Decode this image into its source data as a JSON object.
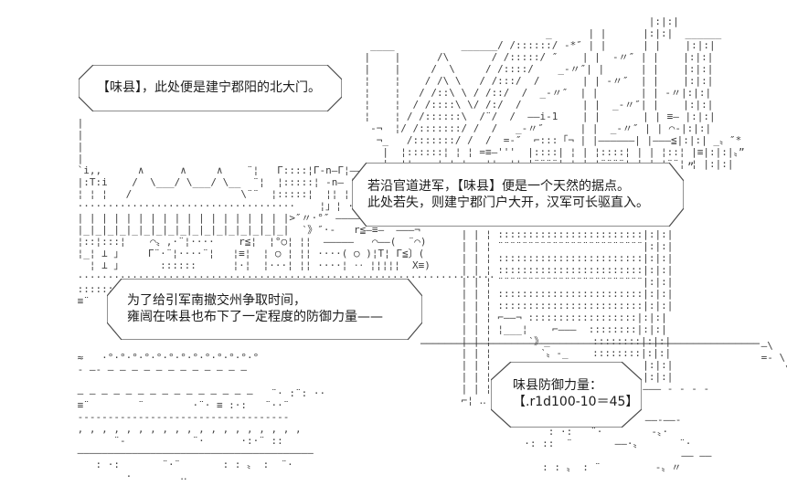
{
  "scene": {
    "description_label": "ascii-art-town-of-weixian",
    "colors": {
      "background": "#ffffff",
      "ascii_ink": "#3f3f3f",
      "bubble_border": "#4a4a4a",
      "bubble_fill": "#ffffff",
      "text": "#1c1c1c"
    }
  },
  "bubbles": [
    {
      "lines": [
        "【味县】，此处便是建宁郡阳的北大门。"
      ]
    },
    {
      "lines": [
        "若沿官道进军，【味县】便是一个天然的据点。",
        "此处若失，则建宁郡门户大开，汉军可长驱直入。"
      ]
    },
    {
      "lines": [
        "为了给引军南撤交州争取时间，",
        "雍闿在味县也布下了一定程度的防御力量——"
      ]
    },
    {
      "lines": [
        "味县防御力量：",
        "【.r1d100-10＝45】"
      ]
    }
  ],
  "dice_roll": {
    "expression": ".r1d100-10",
    "result": "45"
  },
  "quote_mark": "”",
  "ascii_art": {
    "top_right": [
      "",
      "                                                   |:|:|",
      "                                  _      | |      |:|:|  ______",
      "     ____           ______/ /::::::/ ‐*″ | |      | |    |:|:|",
      "    |    |      /\\       / /:::::/ ″    | |  ‐〃″ | |    |:|:|",
      "    |    |     /  \\     / /::::/    _‐〃″| |      | |    |:|:|",
      "    ¦    ¦    / /\\ \\   / /:::/  /       | | ‐〃″  | |    |:|:|",
      "    ¦    ¦   / /::\\ \\ / /::/  /  _‐〃″  | |       | | ‐〃|:|:|",
      "    ¦    ¦  / /::::\\ \\/ /:/  /          | |  _‐〃″| |    |:|:|",
      "    ¦    ¦ / /::::::\\  /¨/  /  ――i-1    | |       | | ≡― |:|:|",
      "     ‐¬  ¦/ /:::::::/ /  /   _‐〃″      | |  _‐〃″ | | ⌒‐|:|:|",
      "      ¬_   /:::::::/ /  /  =‐″  ⌐:::「¬ | |――――――| |―――≦|:|:| _〟″*",
      "       |  ¦::::::¦ ¦ ¦ =≡―'''  |::::| ¦ | ¦::::¦ | | ¦::¦ |≡|:|:|〟”",
      "       |_ ¦¦   ⌐¦ ¦ ¦   ¦¦  ¦¦ |¨¨¨¨| ¦ | ¦¨¨¨¨¦ | | ¦¨¨¦ ¦ |:|:|"
    ],
    "left_wall": [
      " |",
      " |",
      " |",
      " |",
      " `i,,      ∧      ∧     ∧    ¨¦   Γ::::¦Γ‐n―Γ¦――   /",
      " |:T:i    /  \\___/ \\___/ \\__  ¨¦  ¦:::::¦ ‐n― ¦ ¦   /",
      " ¦ ¦ ¦   /                  \\¨¨  ¦:::::¦  ¦¦ ¦ ¦  /",
      " ····································    ¦」¦ ·····  ――――――",
      " | | | | | | | | | | | | | | | | | |>″〃·°″ ――――――――――――――",
      " |_|_|_|_|_|_|_|_|_|_|_|_|_|_|_|_|_|  ‵》″·‐   r≦―≡―  ―――¬",
      " ¦::¦:::¦    ⌒〟,·¨¦····    r≦¦  ¦°○¦ ¦¦  ―――――   ⌒――(  ¨⌒)",
      " ¦_¦ ⊥ 」    Γ¨·¨¦····¨¦   ¦≡¦  ¦ ○ ¦ ¦¦ ····( ○ )¦T¦ Γ≦〕(",
      "   ¦ ⊥ 」      ::::::      ¦·¦  ¦···¦ ¦¦ ····¦ ‥ ¦¦¦¦¦  X≡)",
      " ·····································································",
      " ::::::",
      " ≡¨"
    ],
    "right_wall": [
      " | | ¦ ::::::::::::::::::::::::|:|:|",
      " | | ¦ ¨¨¨¨¨¨¨¨¨¨¨¨¨¨¨¨¨¨¨¨¨¨¨¨|:|:|",
      " | | ¦ ::::::::::::::::::::::::|:|:|",
      " | | ¦ ::::::::::::::::::::::::|:|:|",
      " | | ¦ ¨¨¨¨¨¨¨¨¨¨¨¨¨¨¨¨¨¨¨¨¨¨¨¨|:|:|",
      " | | ¦ ::::::::::::::::::::::::|:|:|",
      " | | ¦ ::::::::::::::::::::::::|:|:|",
      " | | ¦ ⌐――¬ ::::::::::::::::::|:|:|",
      " | | ¦ ¦___¦    ⌐―――  ::::::::|:|:|",
      " | | ¦      ‵》_       ::::::::|:|:|",
      " | | ¦        ‵〟‐_    ::::::::|:|:|",
      " | | ¦                         |:|:|",
      " | | ¦                         |:|:|",
      " | | ¦                         ――― ‐ ‐ ‐ ‐",
      " ⌐¦ ‥ ·"
    ],
    "wall_line": [
      "────────────────────────────────────────────────────────"
    ],
    "edge_right": [
      " ―\\",
      " =‐ \\",
      "     \\",
      "      \\",
      "       \\"
    ],
    "ground_left": [
      "",
      " ≈   ·°·°·°·°·°·°·°·°·°·°·°·°·°",
      " ‐ ―‐ ― ― ― ― ― ― ― ― ― ― ― ―",
      "",
      " ― ― ― ― ― ― ― ― ― ― ― ― ― ― ―   ¨· :¨: ··",
      " ≡¨        ¨        ·¨· ≡ :·:   ¨··¨",
      " ‐-‐-‐-‐-‐-‐-‐-‐-‐-‐-‐-‐-‐-‐-‐-‐-‐-‐",
      " , , , , , , , , , , , , , , , , , , ,",
      "       ¨‐           ¨·      ·:·¨ ::",
      " ―――――――――――――――――――――――――――――――――――――――",
      "    : ·:       ¨·¨       : : 〟 :  ¨·",
      "         ·        ‥"
    ],
    "ground_right": [
      "",
      "                      ――‐――‐",
      "      : ·:   ¨·        ‐〟·",
      "  ·: ::  ¨       ――·〟      ¨·",
      "                            ―― ――",
      "     : : 〟 : ¨         ‐〟〃"
    ]
  }
}
